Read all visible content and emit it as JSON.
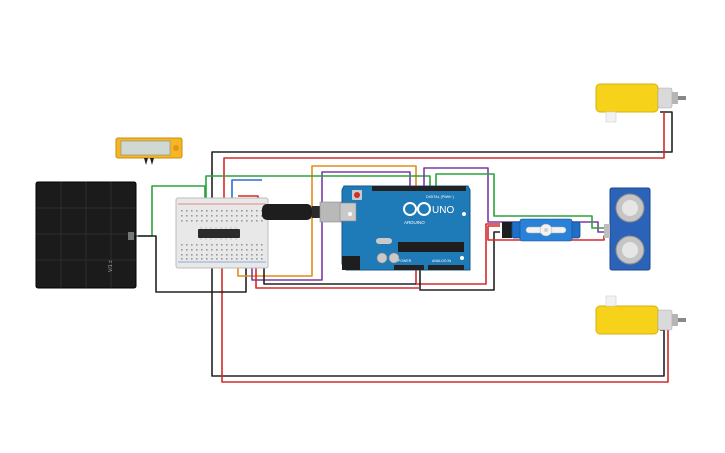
{
  "colors": {
    "background": "#ffffff",
    "wire_black": "#222222",
    "wire_red": "#d42b2b",
    "wire_green": "#2aa33a",
    "wire_orange": "#e48a1c",
    "wire_purple": "#7b3aa8",
    "wire_blue": "#2f6fd1",
    "arduino_board": "#1f7ab8",
    "solar_panel": "#1b1b1b",
    "motor_yellow": "#f6d21b",
    "servo_blue": "#1e6fc5",
    "sensor_blue": "#2a63b8"
  },
  "arduino": {
    "logo_text": "UNO",
    "brand_text": "ARDUINO",
    "digital_label": "DIGITAL (PWM~)",
    "power_label": "POWER",
    "analog_label": "ANALOG IN"
  },
  "solar_panel": {
    "label": "V/1 ±"
  },
  "components": {
    "solar_panel": "solar-panel",
    "multimeter": "multimeter",
    "breadboard": "breadboard",
    "motor_driver_chip": "motor-driver-ic",
    "usb_cable": "usb-cable",
    "arduino_uno": "arduino-uno",
    "servo": "micro-servo",
    "ultrasonic": "ultrasonic-sensor",
    "motor_top": "dc-gear-motor-top",
    "motor_bottom": "dc-gear-motor-bottom"
  }
}
